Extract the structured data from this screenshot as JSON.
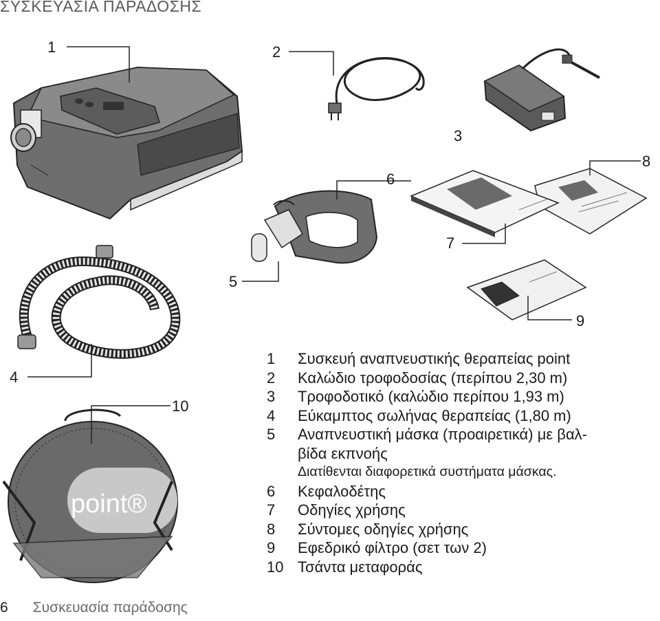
{
  "page": {
    "heading": "ΣΥΣΚΕΥΑΣΙΑ ΠΑΡΑΔΟΣΗΣ",
    "page_number": "6",
    "section_name": "Συσκευασία παράδοσης"
  },
  "figure": {
    "bag_logo": "point®",
    "callouts": [
      {
        "n": "1"
      },
      {
        "n": "2"
      },
      {
        "n": "3"
      },
      {
        "n": "4"
      },
      {
        "n": "5"
      },
      {
        "n": "6"
      },
      {
        "n": "7"
      },
      {
        "n": "8"
      },
      {
        "n": "9"
      },
      {
        "n": "10"
      }
    ]
  },
  "legend": [
    {
      "num": "1",
      "text": "Συσκευή αναπνευστικής θεραπείας point"
    },
    {
      "num": "2",
      "text": "Καλώδιο τροφοδοσίας (περίπου 2,30 m)"
    },
    {
      "num": "3",
      "text": "Τροφοδοτικό (καλώδιο περίπου 1,93 m)"
    },
    {
      "num": "4",
      "text": "Εύκαμπτος σωλήνας θεραπείας (1,80 m)"
    },
    {
      "num": "5",
      "text": "Αναπνευστική μάσκα (προαιρετικά) με βαλ-"
    },
    {
      "num": "",
      "text": "βίδα εκπνοής"
    },
    {
      "num": "",
      "text": "Διατίθενται διαφορετικά συστήματα μάσκας.",
      "sub": true
    },
    {
      "num": "6",
      "text": "Κεφαλοδέτης"
    },
    {
      "num": "7",
      "text": "Οδηγίες χρήσης"
    },
    {
      "num": "8",
      "text": "Σύντομες οδηγίες χρήσης"
    },
    {
      "num": "9",
      "text": "Εφεδρικό φίλτρο (σετ των 2)"
    },
    {
      "num": "10",
      "text": "Τσάντα μεταφοράς"
    }
  ]
}
